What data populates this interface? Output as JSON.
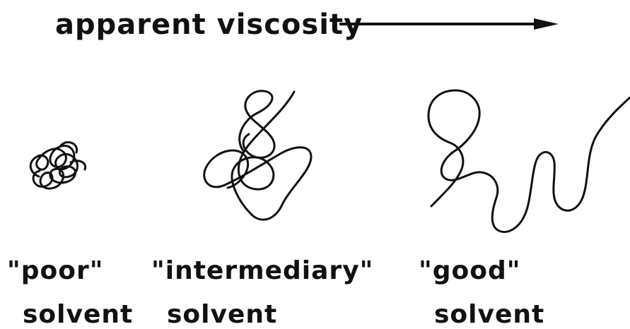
{
  "header": {
    "title": "apparent viscosity"
  },
  "labels": {
    "poor_quality": "\"poor\"",
    "poor_solvent": "solvent",
    "intermediary_quality": "\"intermediary\"",
    "intermediary_solvent": "solvent",
    "good_quality": "\"good\"",
    "good_solvent": "solvent"
  },
  "style": {
    "ink_color": "#111111",
    "background": "#ffffff"
  }
}
